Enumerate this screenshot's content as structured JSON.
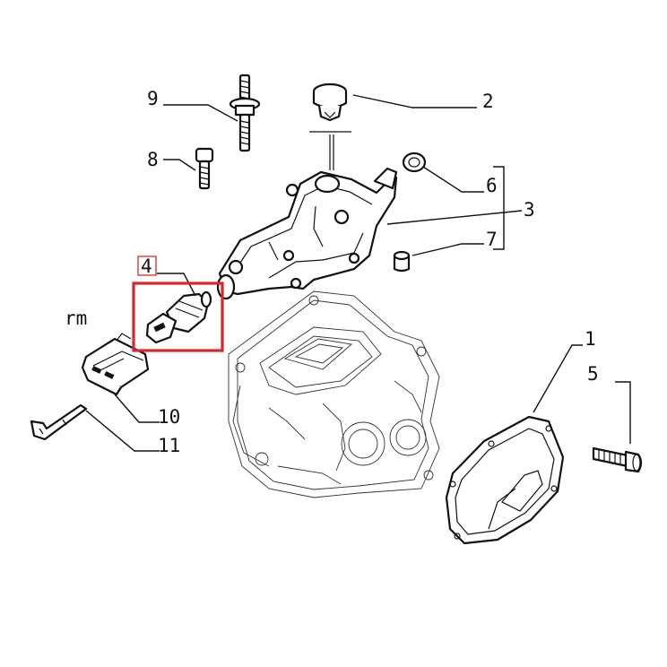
{
  "diagram": {
    "callouts": [
      {
        "id": "1",
        "label": "1"
      },
      {
        "id": "2",
        "label": "2"
      },
      {
        "id": "3",
        "label": "3"
      },
      {
        "id": "4",
        "label": "4"
      },
      {
        "id": "5",
        "label": "5"
      },
      {
        "id": "6",
        "label": "6"
      },
      {
        "id": "7",
        "label": "7"
      },
      {
        "id": "8",
        "label": "8"
      },
      {
        "id": "9",
        "label": "9"
      },
      {
        "id": "10",
        "label": "10"
      },
      {
        "id": "11",
        "label": "11"
      }
    ],
    "annotation": "rm",
    "highlight_color": "#d9262b",
    "line_color": "#111111"
  }
}
